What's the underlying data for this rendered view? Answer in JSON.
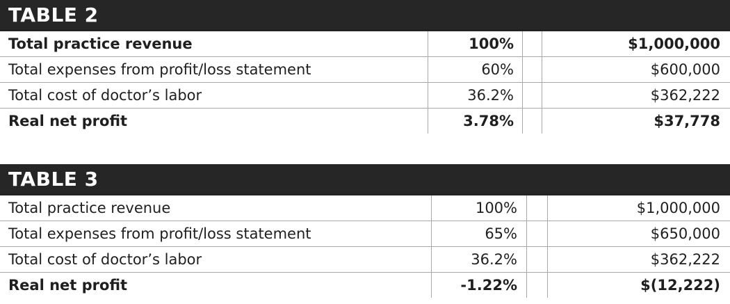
{
  "tables": [
    {
      "title": "TABLE 2",
      "rows": [
        {
          "label": "Total practice revenue",
          "percent": "100%",
          "amount": "$1,000,000",
          "bold": true
        },
        {
          "label": "Total expenses from profit/loss statement",
          "percent": "60%",
          "amount": "$600,000",
          "bold": false
        },
        {
          "label": "Total cost of doctor’s labor",
          "percent": "36.2%",
          "amount": "$362,222",
          "bold": false
        },
        {
          "label": "Real net profit",
          "percent": "3.78%",
          "amount": "$37,778",
          "bold": true
        }
      ]
    },
    {
      "title": "TABLE 3",
      "rows": [
        {
          "label": "Total practice revenue",
          "percent": "100%",
          "amount": "$1,000,000",
          "bold": false
        },
        {
          "label": "Total expenses from profit/loss statement",
          "percent": "65%",
          "amount": "$650,000",
          "bold": false
        },
        {
          "label": "Total cost of doctor’s labor",
          "percent": "36.2%",
          "amount": "$362,222",
          "bold": false
        },
        {
          "label": "Real net profit",
          "percent": "-1.22%",
          "amount": "$(12,222)",
          "bold": true
        }
      ]
    }
  ]
}
